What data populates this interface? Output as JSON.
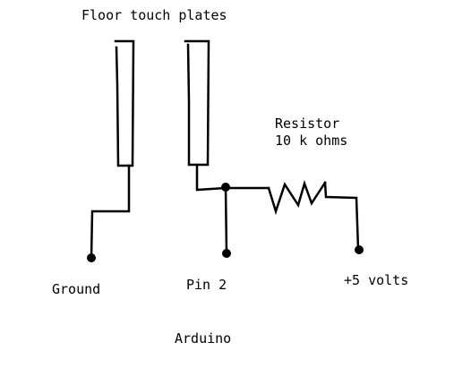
{
  "labels": {
    "title": "Floor touch plates",
    "resistor_line1": "Resistor",
    "resistor_line2": "10 k ohms",
    "ground": "Ground",
    "pin2": "Pin 2",
    "plus5": "+5 volts",
    "arduino": "Arduino"
  },
  "colors": {
    "line": "#000000",
    "background": "#ffffff"
  }
}
